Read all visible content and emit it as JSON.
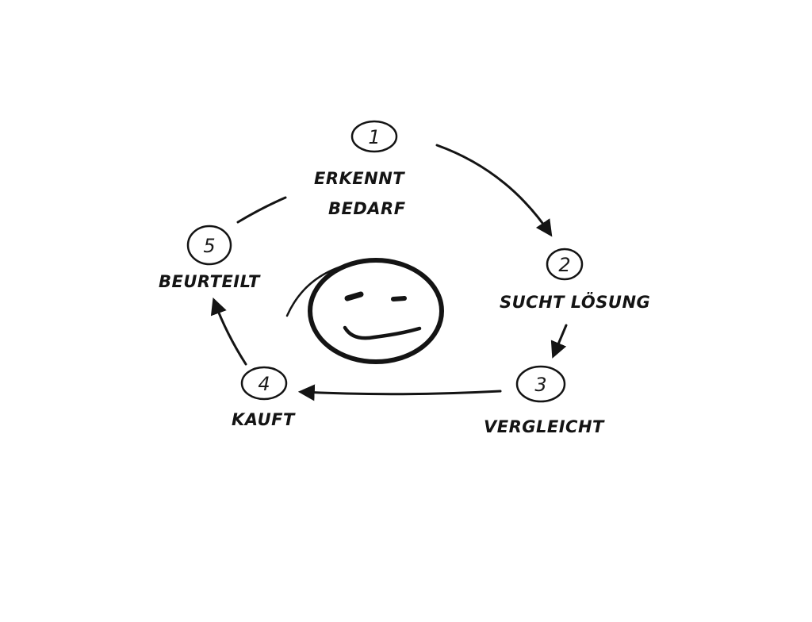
{
  "steps": [
    {
      "number": "1",
      "label_lines": [
        "ERKENNT",
        "BEDARF"
      ]
    },
    {
      "number": "2",
      "label_lines": [
        "SUCHT LÖSUNG"
      ]
    },
    {
      "number": "3",
      "label_lines": [
        "VERGLEICHT"
      ]
    },
    {
      "number": "4",
      "label_lines": [
        "KAUFT"
      ]
    },
    {
      "number": "5",
      "label_lines": [
        "BEURTEILT"
      ]
    }
  ],
  "center_icon": "smiley-face-icon",
  "ink_color": "#141414",
  "background_color": "#ffffff"
}
